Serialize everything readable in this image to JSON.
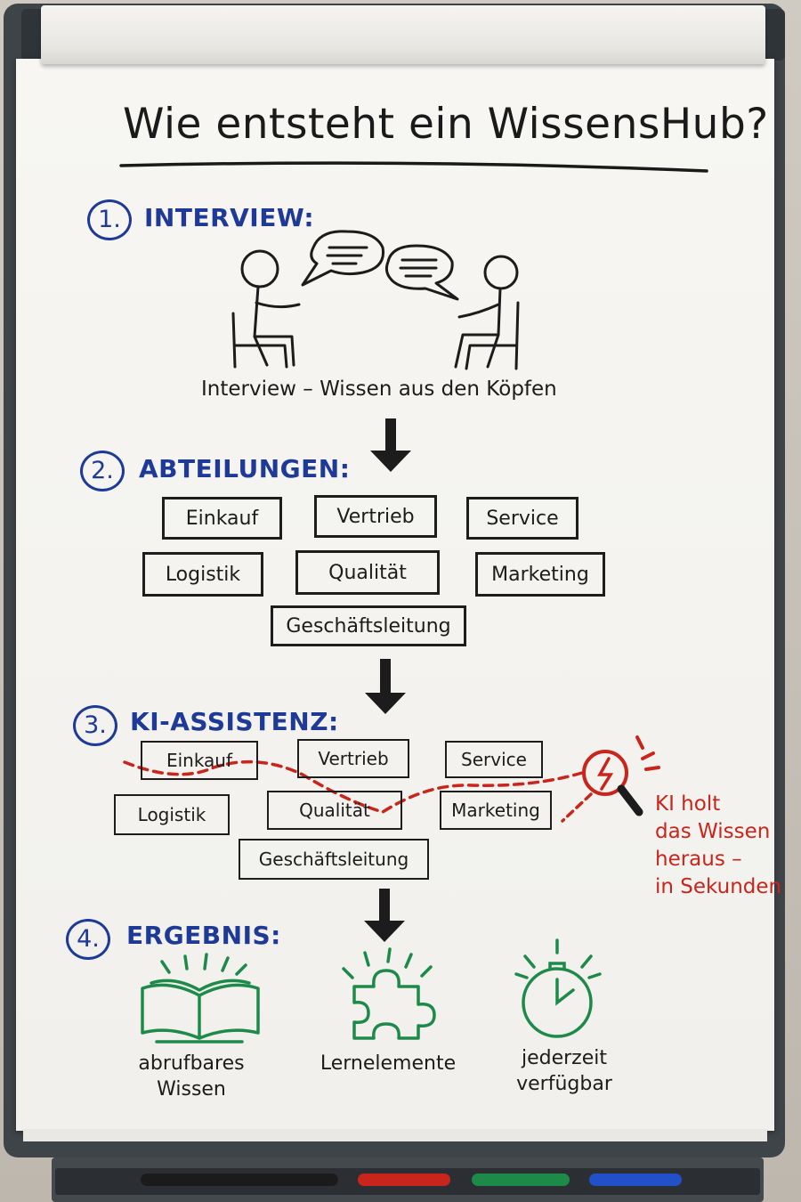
{
  "title": "Wie entsteht ein WissensHub?",
  "steps": [
    {
      "num": "1.",
      "title": "INTERVIEW:"
    },
    {
      "num": "2.",
      "title": "ABTEILUNGEN:"
    },
    {
      "num": "3.",
      "title": "KI-ASSISTENZ:"
    },
    {
      "num": "4.",
      "title": "ERGEBNIS:"
    }
  ],
  "interview_caption": "Interview – Wissen aus den Köpfen",
  "departments": [
    "Einkauf",
    "Vertrieb",
    "Service",
    "Logistik",
    "Qualität",
    "Marketing",
    "Geschäftsleitung"
  ],
  "ai_note": "KI holt das Wissen heraus – in Sekunden",
  "ai_note_lines": [
    "KI holt",
    "das Wissen",
    "heraus –",
    "in Sekunden"
  ],
  "results": [
    {
      "label_lines": [
        "abrufbares",
        "Wissen"
      ],
      "icon": "open-book-icon"
    },
    {
      "label_lines": [
        "Lernelemente"
      ],
      "icon": "puzzle-piece-icon"
    },
    {
      "label_lines": [
        "jederzeit",
        "verfügbar"
      ],
      "icon": "clock-icon"
    }
  ],
  "colors": {
    "blue": "#1e3a96",
    "red": "#c8261c",
    "green": "#1e8a4a",
    "ink": "#1c1c1c"
  },
  "markers": [
    "black",
    "red",
    "green",
    "blue"
  ]
}
